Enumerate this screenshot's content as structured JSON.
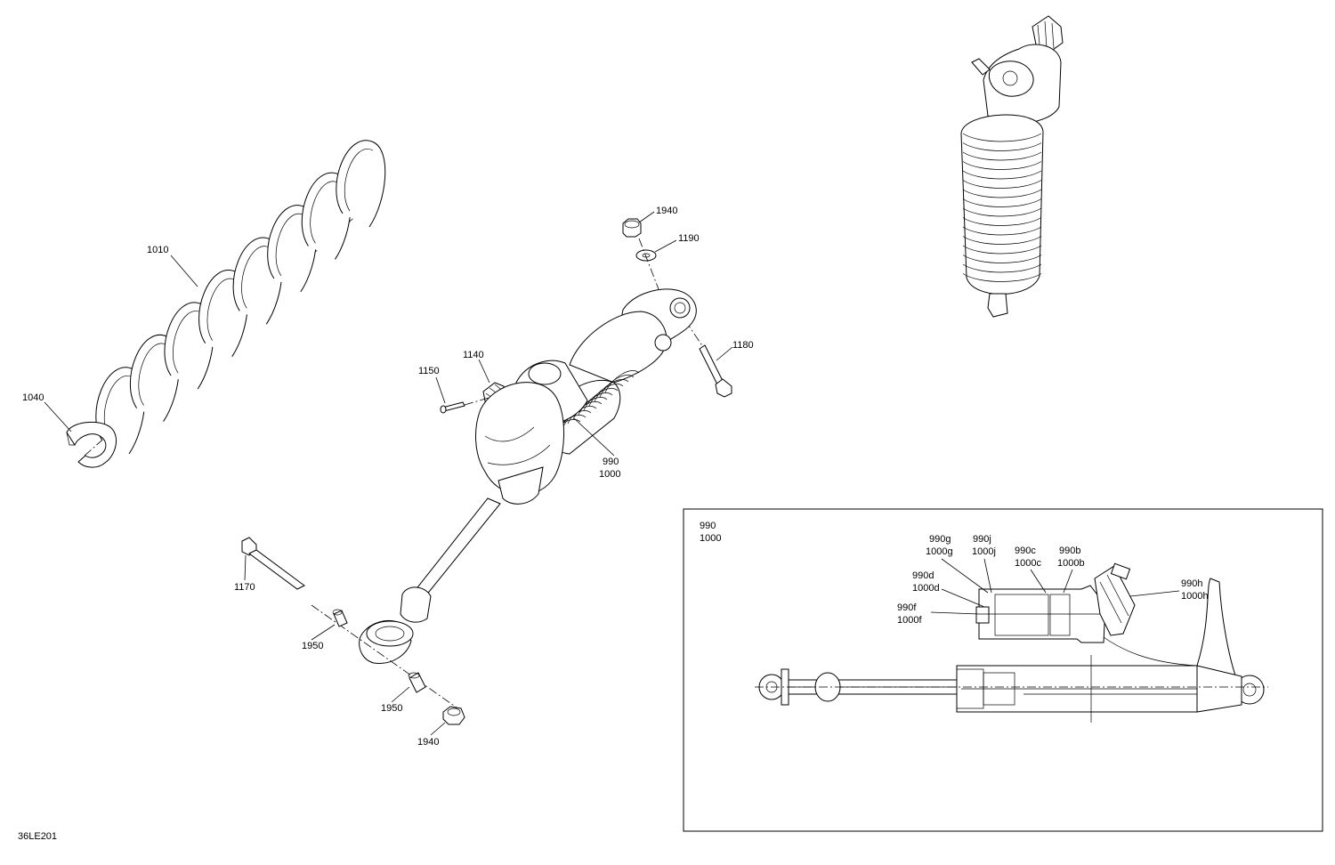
{
  "diagram_id": "36LE201",
  "callouts": {
    "c1010": "1010",
    "c1040": "1040",
    "c1940_top": "1940",
    "c1190": "1190",
    "c1180": "1180",
    "c1140": "1140",
    "c1150": "1150",
    "c990": "990",
    "c1000": "1000",
    "c1170": "1170",
    "c1950_a": "1950",
    "c1950_b": "1950",
    "c1940_bottom": "1940"
  },
  "inset": {
    "title_line1": "990",
    "title_line2": "1000",
    "labels": {
      "g1": "990g",
      "g2": "1000g",
      "j1": "990j",
      "j2": "1000j",
      "c1": "990c",
      "c2": "1000c",
      "b1": "990b",
      "b2": "1000b",
      "d1": "990d",
      "d2": "1000d",
      "f1": "990f",
      "f2": "1000f",
      "h1": "990h",
      "h2": "1000h"
    }
  }
}
